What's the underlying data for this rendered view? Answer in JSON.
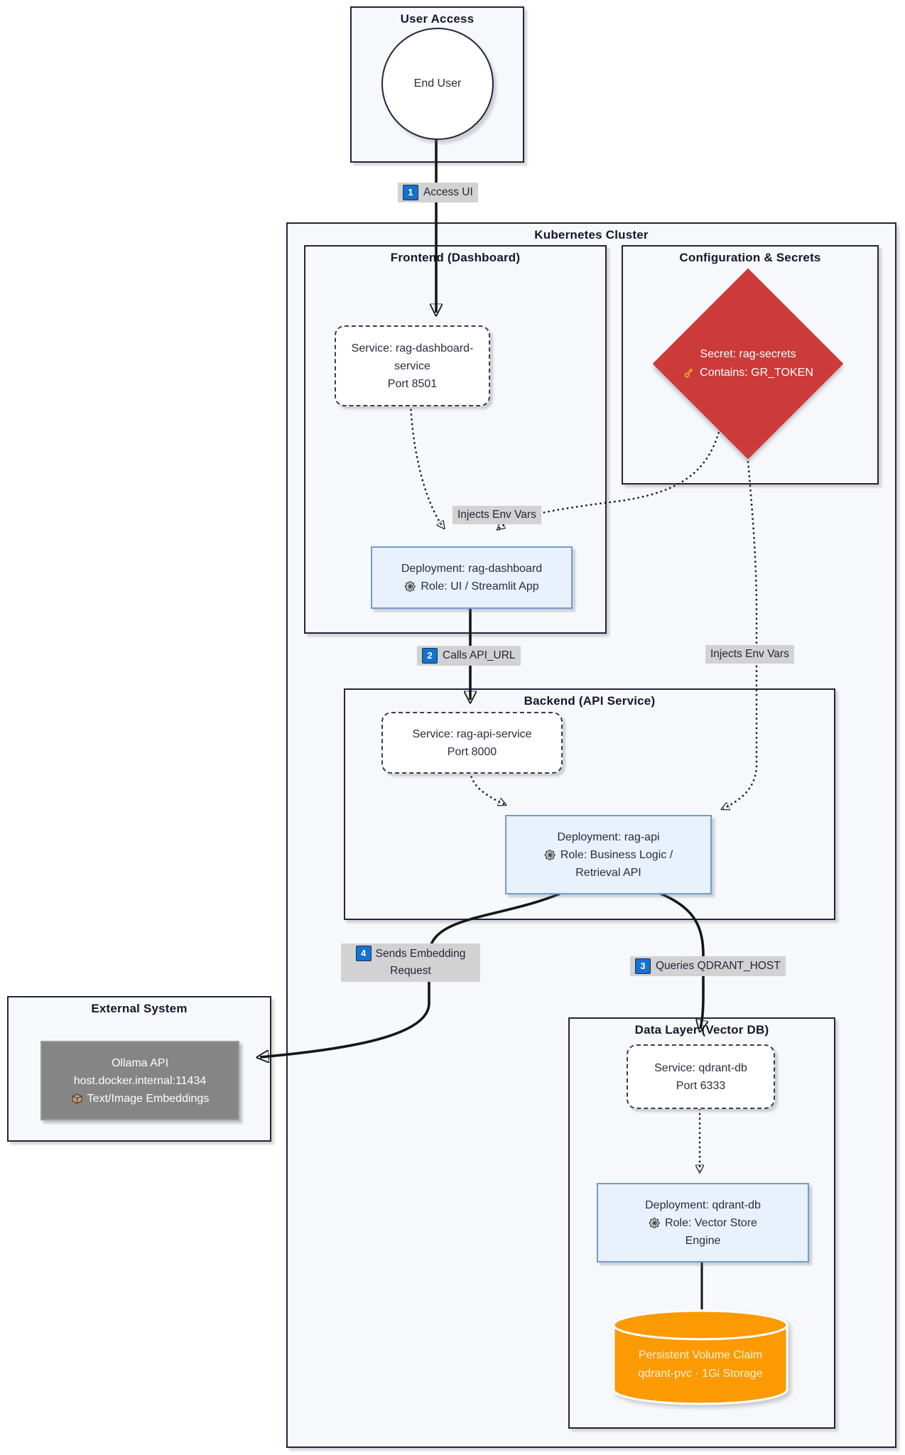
{
  "groups": {
    "user_access": {
      "title": "User Access"
    },
    "cluster": {
      "title": "Kubernetes Cluster"
    },
    "frontend": {
      "title": "Frontend (Dashboard)"
    },
    "config": {
      "title": "Configuration & Secrets"
    },
    "backend": {
      "title": "Backend (API Service)"
    },
    "data_layer": {
      "title": "Data Layer (Vector DB)"
    },
    "external": {
      "title": "External System"
    }
  },
  "nodes": {
    "end_user": {
      "label": "End User"
    },
    "dashboard_service": {
      "line1": "Service: rag-dashboard-",
      "line2": "service",
      "line3": "Port 8501"
    },
    "dashboard_deployment": {
      "line1": "Deployment: rag-dashboard",
      "line2": "Role: UI / Streamlit App",
      "icon": "gear-icon"
    },
    "secret": {
      "line1": "Secret: rag-secrets",
      "line2": "Contains: GR_TOKEN",
      "icon": "key-icon"
    },
    "api_service": {
      "line1": "Service: rag-api-service",
      "line2": "Port 8000"
    },
    "api_deployment": {
      "line1": "Deployment: rag-api",
      "line2": "Role: Business Logic /",
      "line3": "Retrieval API",
      "icon": "gear-icon"
    },
    "ollama": {
      "line1": "Ollama API",
      "line2": "host.docker.internal:11434",
      "line3": "Text/Image Embeddings",
      "icon": "package-icon"
    },
    "qdrant_service": {
      "line1": "Service: qdrant-db",
      "line2": "Port 6333"
    },
    "qdrant_deployment": {
      "line1": "Deployment: qdrant-db",
      "line2": "Role: Vector Store",
      "line3": "Engine",
      "icon": "gear-icon"
    },
    "pvc": {
      "line1": "Persistent Volume Claim",
      "line2": "qdrant-pvc · 1Gi Storage"
    }
  },
  "edge_labels": {
    "access_ui": {
      "num": "1",
      "text": "Access UI"
    },
    "calls_api": {
      "num": "2",
      "text": "Calls API_URL"
    },
    "queries_qdrant": {
      "num": "3",
      "text": "Queries QDRANT_HOST"
    },
    "sends_embedding": {
      "num": "4",
      "text": "Sends Embedding Request"
    },
    "injects_env_frontend": {
      "text": "Injects Env Vars"
    },
    "injects_env_backend": {
      "text": "Injects Env Vars"
    }
  },
  "colors": {
    "border_dark": "#23233c",
    "subgraph_fill": "#f7f8fb",
    "service_fill": "#ffffff",
    "deployment_fill": "#e8f1fc",
    "deployment_border": "#6f9dd1",
    "secret_fill": "#cc3a3a",
    "ollama_fill": "#858585",
    "pvc_fill": "#fb9a02",
    "edge_label_bg": "#d2d2d2",
    "step_chip_blue": "#1572cf",
    "edge_stroke": "#161616"
  }
}
